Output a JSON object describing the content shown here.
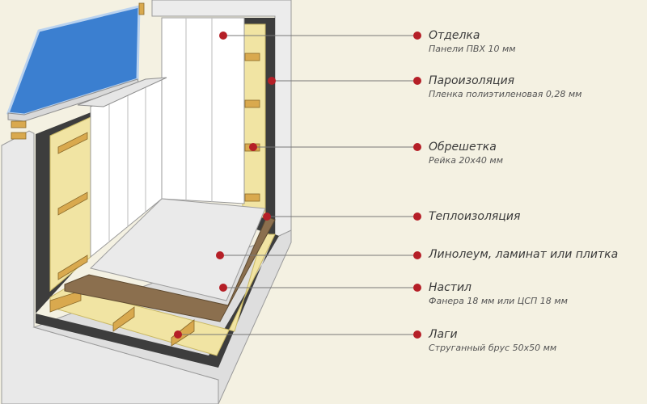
{
  "labels": [
    {
      "title": "Отделка",
      "subtitle": "Панели ПВХ 10 мм"
    },
    {
      "title": "Пароизоляция",
      "subtitle": "Пленка полиэтиленовая 0,28 мм"
    },
    {
      "title": "Обрешетка",
      "subtitle": "Рейка 20х40 мм"
    },
    {
      "title": "Теплоизоляция",
      "subtitle": ""
    },
    {
      "title": "Линолеум, ламинат или плитка",
      "subtitle": ""
    },
    {
      "title": "Настил",
      "subtitle": "Фанера 18 мм или ЦСП 18 мм"
    },
    {
      "title": "Лаги",
      "subtitle": "Струганный брус 50х50 мм"
    }
  ],
  "colors": {
    "background": "#f4f1e2",
    "concrete": "#e8e8e8",
    "insulation_dark": "#3d3d3d",
    "insulation": "#f1e4a3",
    "wood": "#d9a94e",
    "pvc": "#ffffff",
    "glass": "#3b7fd0",
    "dot": "#b51f27",
    "leader": "#777777"
  }
}
